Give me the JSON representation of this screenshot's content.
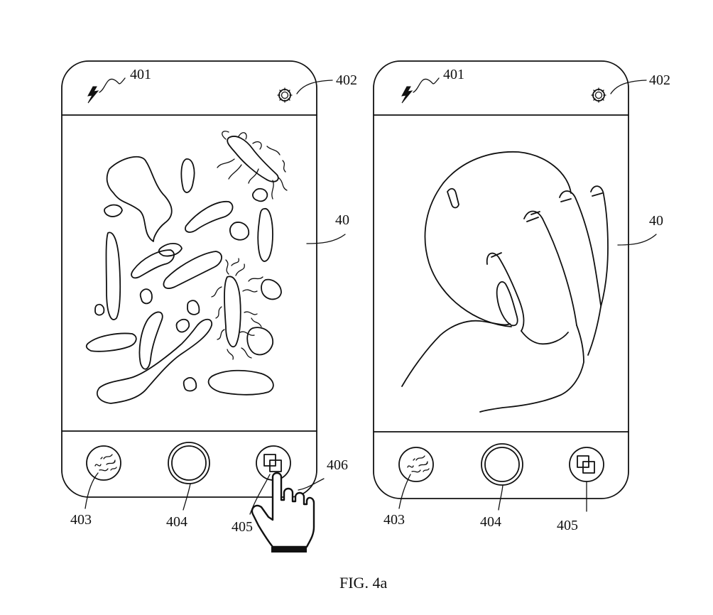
{
  "figure": {
    "caption": "FIG. 4a",
    "phones": [
      {
        "labels": {
          "flash": "401",
          "settings": "402",
          "screen": "40",
          "gallery": "403",
          "shutter": "404",
          "switch": "405",
          "touch": "406"
        }
      },
      {
        "labels": {
          "flash": "401",
          "settings": "402",
          "screen": "40",
          "gallery": "403",
          "shutter": "404",
          "switch": "405"
        }
      }
    ]
  }
}
